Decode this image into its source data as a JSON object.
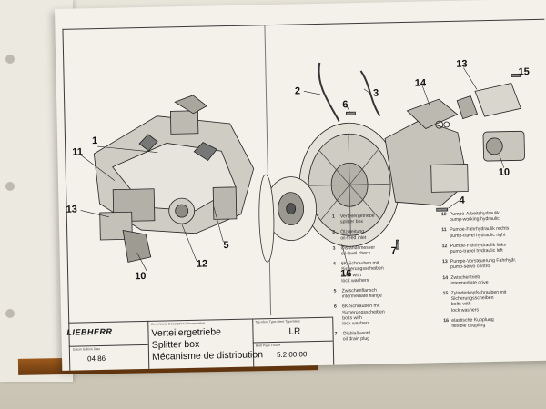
{
  "title_block": {
    "brand_logo": "LIEBHERR",
    "field_labels": {
      "designation": "Benennung   Description   Dénomination",
      "type": "Typ-Ident   Type-Ident   Type/Ident",
      "edition": "Datum  Edition  Date",
      "sheet": "Blatt  Page  Feuille"
    },
    "titles": [
      "Verteilergetriebe",
      "Splitter box",
      "Mécanisme de distribution"
    ],
    "type_code": "LR",
    "edition_date": "04 86",
    "sheet_number": "5.2.00.00"
  },
  "callouts": {
    "left_view": [
      "11",
      "1",
      "13",
      "5",
      "12",
      "10"
    ],
    "right_view": [
      "2",
      "3",
      "6",
      "13",
      "14",
      "15",
      "10",
      "4",
      "7",
      "16"
    ]
  },
  "legend": {
    "left_column": [
      {
        "num": "1",
        "text": "Verteilergetriebe\nsplitter box"
      },
      {
        "num": "2",
        "text": "Ölzuleitung\noil-feed inlet"
      },
      {
        "num": "3",
        "text": "Ölstandsmesser\noil-level check"
      },
      {
        "num": "4",
        "text": "6K-Schrauben mit\nSicherungsscheiben\nbolts with\nlock washers"
      },
      {
        "num": "5",
        "text": "Zwischenflansch\nintermediate flange"
      },
      {
        "num": "6",
        "text": "6K-Schrauben mit\nSicherungsscheiben\nbolts with\nlock washers"
      },
      {
        "num": "7",
        "text": "Ölablaßventil\noil drain plug"
      }
    ],
    "right_column": [
      {
        "num": "10",
        "text": "Pumpe-Arbeitshydraulik\npump-working hydraulic"
      },
      {
        "num": "11",
        "text": "Pumpe-Fahrhydraulik rechts\npump-travel hydraulic right"
      },
      {
        "num": "12",
        "text": "Pumpe-Fahrhydraulik links\npump-travel hydraulic left"
      },
      {
        "num": "13",
        "text": "Pumpe-Vorsteuerung Fahrhydr.\npump-servo control"
      },
      {
        "num": "14",
        "text": "Zwischentrieb\nintermediate drive"
      },
      {
        "num": "15",
        "text": "Zylinderkopfschrauben mit\nSicherungsscheiben\nbolts with\nlock washers"
      },
      {
        "num": "16",
        "text": "elastische Kupplung\nflexible coupling"
      }
    ]
  }
}
